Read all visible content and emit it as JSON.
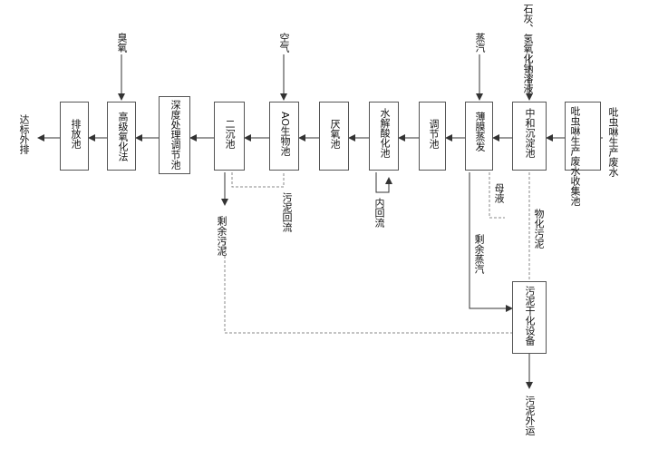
{
  "diagram": {
    "boxes": {
      "collect": "吡虫啉生产废水收集池",
      "neutral": "中和沉淀池",
      "evap": "薄膜蒸发",
      "adjust": "调节池",
      "hydrolysis": "水解酸化池",
      "anoxic": "厌氧池",
      "ao": "AO生物池",
      "secondary": "二沉池",
      "deep": "深度处理调节池",
      "oxidation": "高级氧化法",
      "discharge": "排放池",
      "dryer": "污泥干化设备"
    },
    "labels": {
      "wastewater_in": "吡虫啉生产废水",
      "reagents": "石灰、氢氧化钠溶液",
      "steam": "蒸汽",
      "air": "空气",
      "ozone": "臭氧",
      "final_out": "达标外排",
      "mother_liquor": "母液",
      "chem_sludge": "物化污泥",
      "residual_steam": "剩余蒸汽",
      "internal_reflux": "内回流",
      "sludge_return": "污泥回流",
      "residual_sludge": "剩余污泥",
      "sludge_out": "污泥外运"
    },
    "colors": {
      "line": "#333333",
      "dash": "#888888",
      "border": "#555555"
    }
  }
}
